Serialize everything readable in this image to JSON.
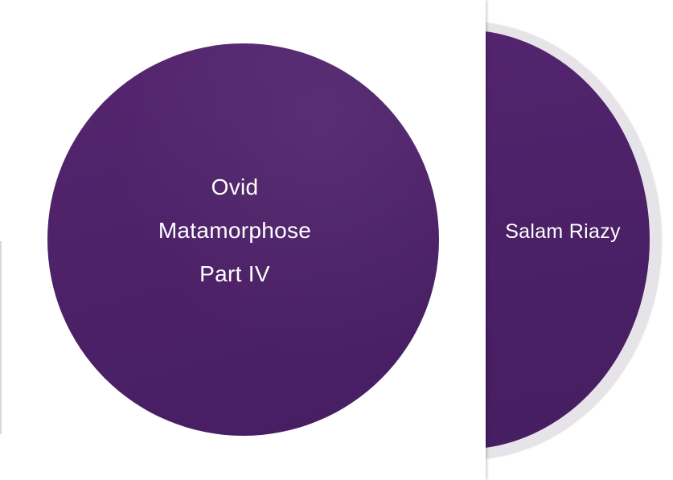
{
  "cover": {
    "title_line1": "Ovid",
    "title_line2": "Matamorphose",
    "title_line3": "Part IV"
  },
  "disc": {
    "artist": "Salam Riazy"
  },
  "colors": {
    "accent": "#4d2168",
    "text": "#ffffff",
    "background": "#ffffff",
    "disc_rim": "#e6e4e8"
  }
}
